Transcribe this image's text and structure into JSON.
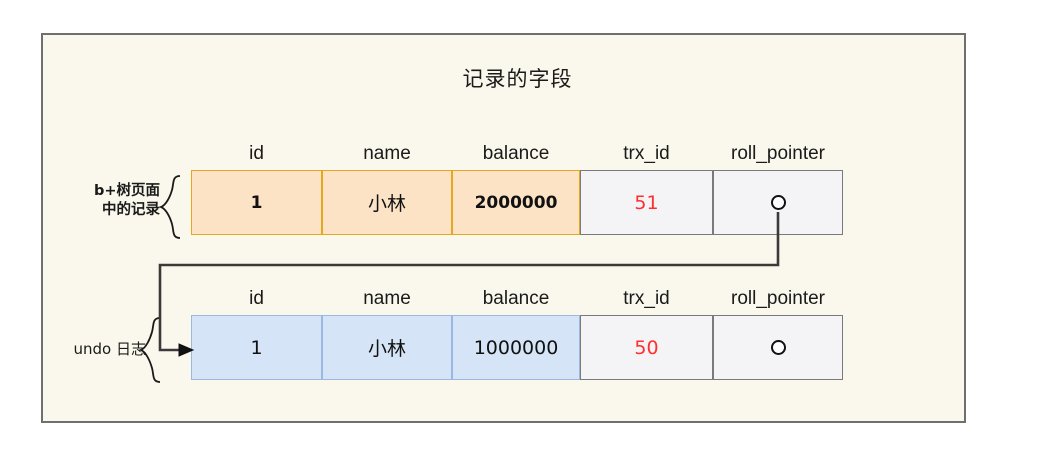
{
  "diagram": {
    "title": "记录的字段",
    "panel_bg": "#faf8ec",
    "panel_border": "#6f6f6f"
  },
  "annotations": {
    "top_label_line1": "b+树页面",
    "top_label_line2": "中的记录",
    "bottom_label": "undo 日志"
  },
  "columns": [
    "id",
    "name",
    "balance",
    "trx_id",
    "roll_pointer"
  ],
  "tables": [
    {
      "name": "b-tree-page-record",
      "accent": "#e3a81e",
      "fill": "#fce3c6",
      "headers": [
        "id",
        "name",
        "balance",
        "trx_id",
        "roll_pointer"
      ],
      "values": [
        "1",
        "小林",
        "2000000",
        "51",
        ""
      ],
      "pointer_icon": "circle-icon",
      "trx_id_color": "#ff2f2f"
    },
    {
      "name": "undo-log-record",
      "accent": "#9bb8e0",
      "fill": "#d6e4f7",
      "headers": [
        "id",
        "name",
        "balance",
        "trx_id",
        "roll_pointer"
      ],
      "values": [
        "1",
        "小林",
        "1000000",
        "50",
        ""
      ],
      "pointer_icon": "circle-icon",
      "trx_id_color": "#ff2f2f"
    }
  ],
  "connector": {
    "name": "roll-pointer-link",
    "from": "top.roll_pointer",
    "to": "undo-log-record",
    "color": "#3a3a3a"
  }
}
